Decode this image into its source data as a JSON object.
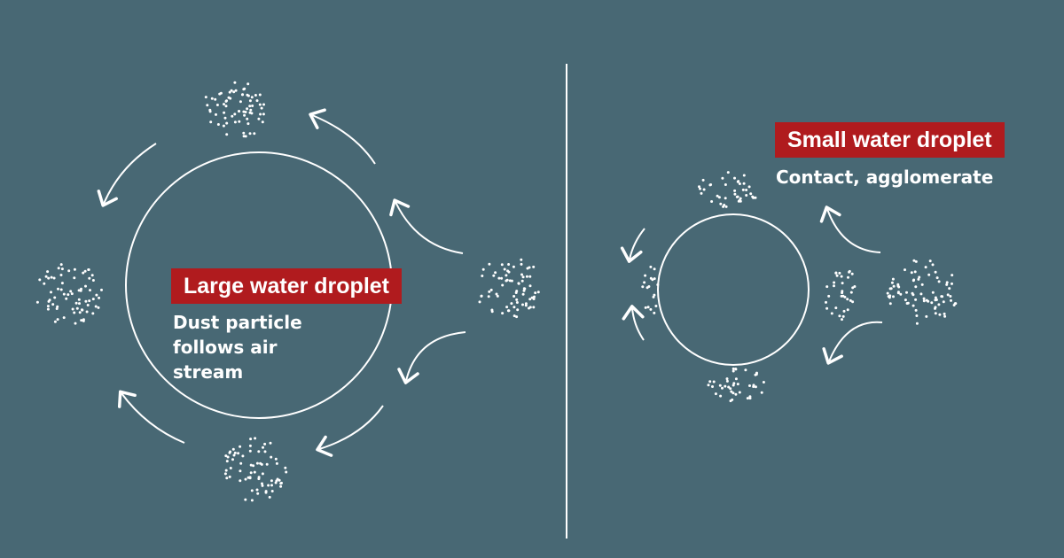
{
  "colors": {
    "background": "#486874",
    "label_bg": "#b01b1e",
    "stroke": "#ffffff"
  },
  "large": {
    "label": "Large water droplet",
    "caption_lines": [
      "Dust particle",
      "follows air",
      "stream"
    ]
  },
  "small": {
    "label": "Small water droplet",
    "caption": "Contact, agglomerate"
  }
}
